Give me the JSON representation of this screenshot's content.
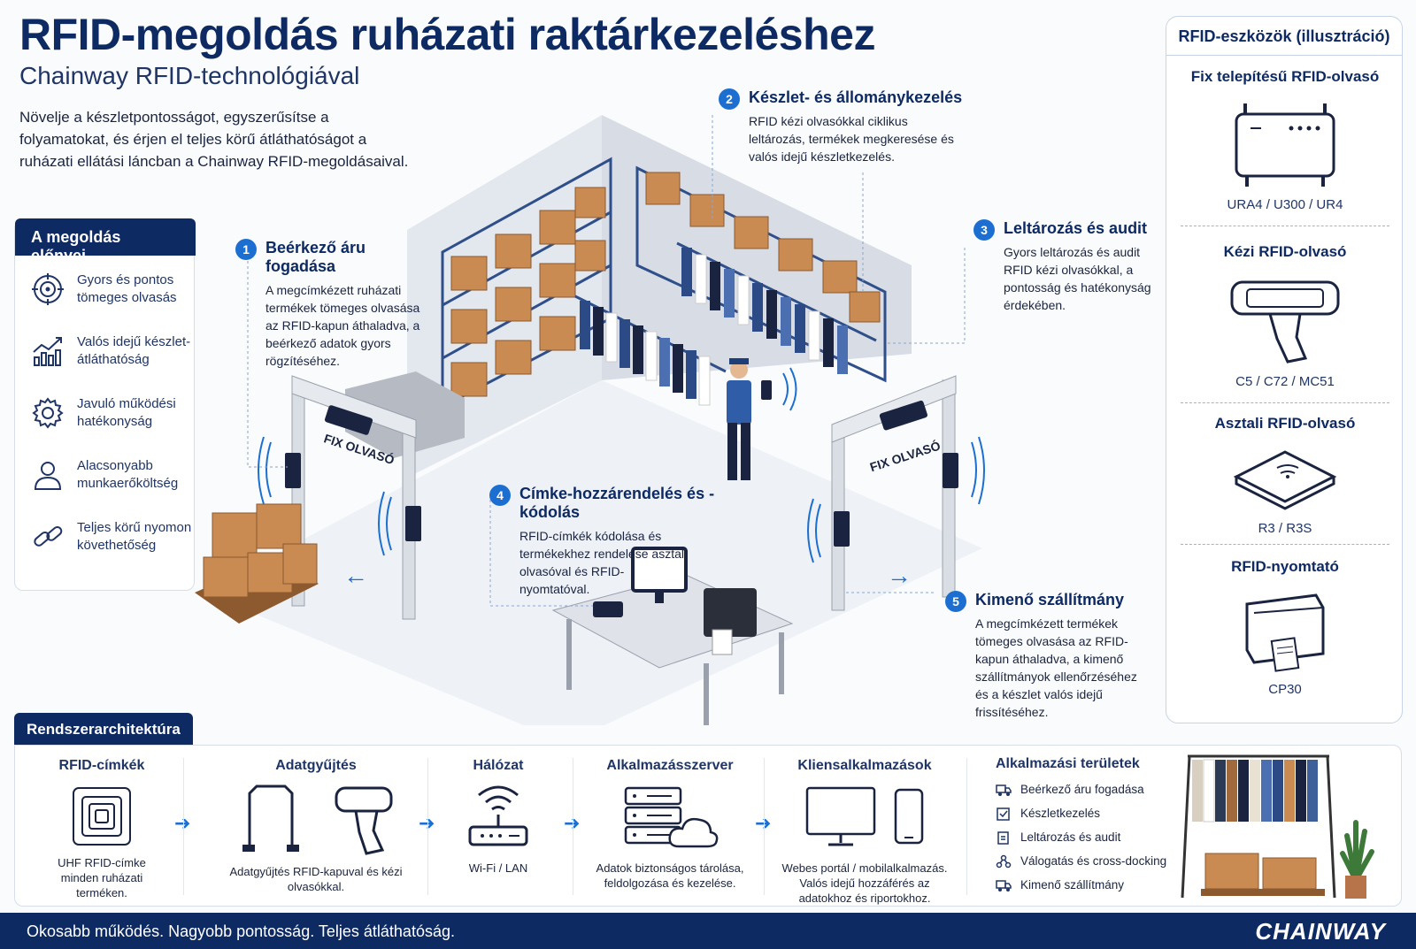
{
  "header": {
    "title": "RFID-megoldás ruházati raktárkezeléshez",
    "subtitle": "Chainway RFID-technológiával",
    "intro": "Növelje a készletpontosságot, egyszerűsítse a folyamatokat, és érjen el teljes körű átláthatóságot a ruházati ellátási láncban a Chainway RFID-megoldásaival."
  },
  "benefits": {
    "title": "A megoldás előnyei",
    "items": [
      {
        "label": "Gyors és pontos tömeges olvasás",
        "icon": "target-icon"
      },
      {
        "label": "Valós idejű készlet-átláthatóság",
        "icon": "chart-icon"
      },
      {
        "label": "Javuló működési hatékonyság",
        "icon": "gear-icon"
      },
      {
        "label": "Alacsonyabb munkaerőköltség",
        "icon": "person-icon"
      },
      {
        "label": "Teljes körű nyomon követhetőség",
        "icon": "link-icon"
      }
    ]
  },
  "scene": {
    "gate_label_left": "FIX OLVASÓ",
    "gate_label_right": "FIX OLVASÓ"
  },
  "callouts": [
    {
      "num": "1",
      "title": "Beérkező áru fogadása",
      "body": "A megcímkézett ruházati termékek tömeges olvasása az RFID-kapun áthaladva, a beérkező adatok gyors rögzítéséhez."
    },
    {
      "num": "2",
      "title": "Készlet- és állománykezelés",
      "body": "RFID kézi olvasókkal ciklikus leltározás, termékek megkeresése és valós idejű készletkezelés."
    },
    {
      "num": "3",
      "title": "Leltározás és audit",
      "body": "Gyors leltározás és audit RFID kézi olvasókkal, a pontosság és hatékonyság érdekében."
    },
    {
      "num": "4",
      "title": "Címke-hozzárendelés és -kódolás",
      "body": "RFID-címkék kódolása és termékekhez rendelése asztali olvasóval és RFID-nyomtatóval."
    },
    {
      "num": "5",
      "title": "Kimenő szállítmány",
      "body": "A megcímkézett termékek tömeges olvasása az RFID-kapun áthaladva, a kimenő szállítmányok ellenőrzéséhez és a készlet valós idejű frissítéséhez."
    }
  ],
  "devices": {
    "title": "RFID-eszközök (illusztráció)",
    "sections": [
      {
        "title": "Fix telepítésű RFID-olvasó",
        "models": "URA4 / U300 / UR4"
      },
      {
        "title": "Kézi RFID-olvasó",
        "models": "C5 / C72 / MC51"
      },
      {
        "title": "Asztali RFID-olvasó",
        "models": "R3 / R3S"
      },
      {
        "title": "RFID-nyomtató",
        "models": "CP30"
      }
    ]
  },
  "architecture": {
    "title": "Rendszerarchitektúra",
    "columns": [
      {
        "title": "RFID-címkék",
        "desc": "UHF RFID-címke minden ruházati terméken."
      },
      {
        "title": "Adatgyűjtés",
        "desc": "Adatgyűjtés RFID-kapuval és kézi olvasókkal."
      },
      {
        "title": "Hálózat",
        "desc": "Wi-Fi / LAN"
      },
      {
        "title": "Alkalmazásszerver",
        "desc": "Adatok biztonságos tárolása, feldolgozása és kezelése."
      },
      {
        "title": "Kliensalkalmazások",
        "desc": "Webes portál / mobilalkalmazás. Valós idejű hozzáférés az adatokhoz és riportokhoz."
      }
    ],
    "apps": {
      "title": "Alkalmazási területek",
      "items": [
        "Beérkező áru fogadása",
        "Készletkezelés",
        "Leltározás és audit",
        "Válogatás és cross-docking",
        "Kimenő szállítmány"
      ]
    }
  },
  "footer": {
    "slogan": "Okosabb működés. Nagyobb pontosság. Teljes átláthatóság.",
    "brand": "CHAINWAY"
  },
  "colors": {
    "navy": "#0e2a63",
    "accent": "#1c6fd1",
    "box": "#c98b52",
    "shelf": "#2f4f8a"
  }
}
